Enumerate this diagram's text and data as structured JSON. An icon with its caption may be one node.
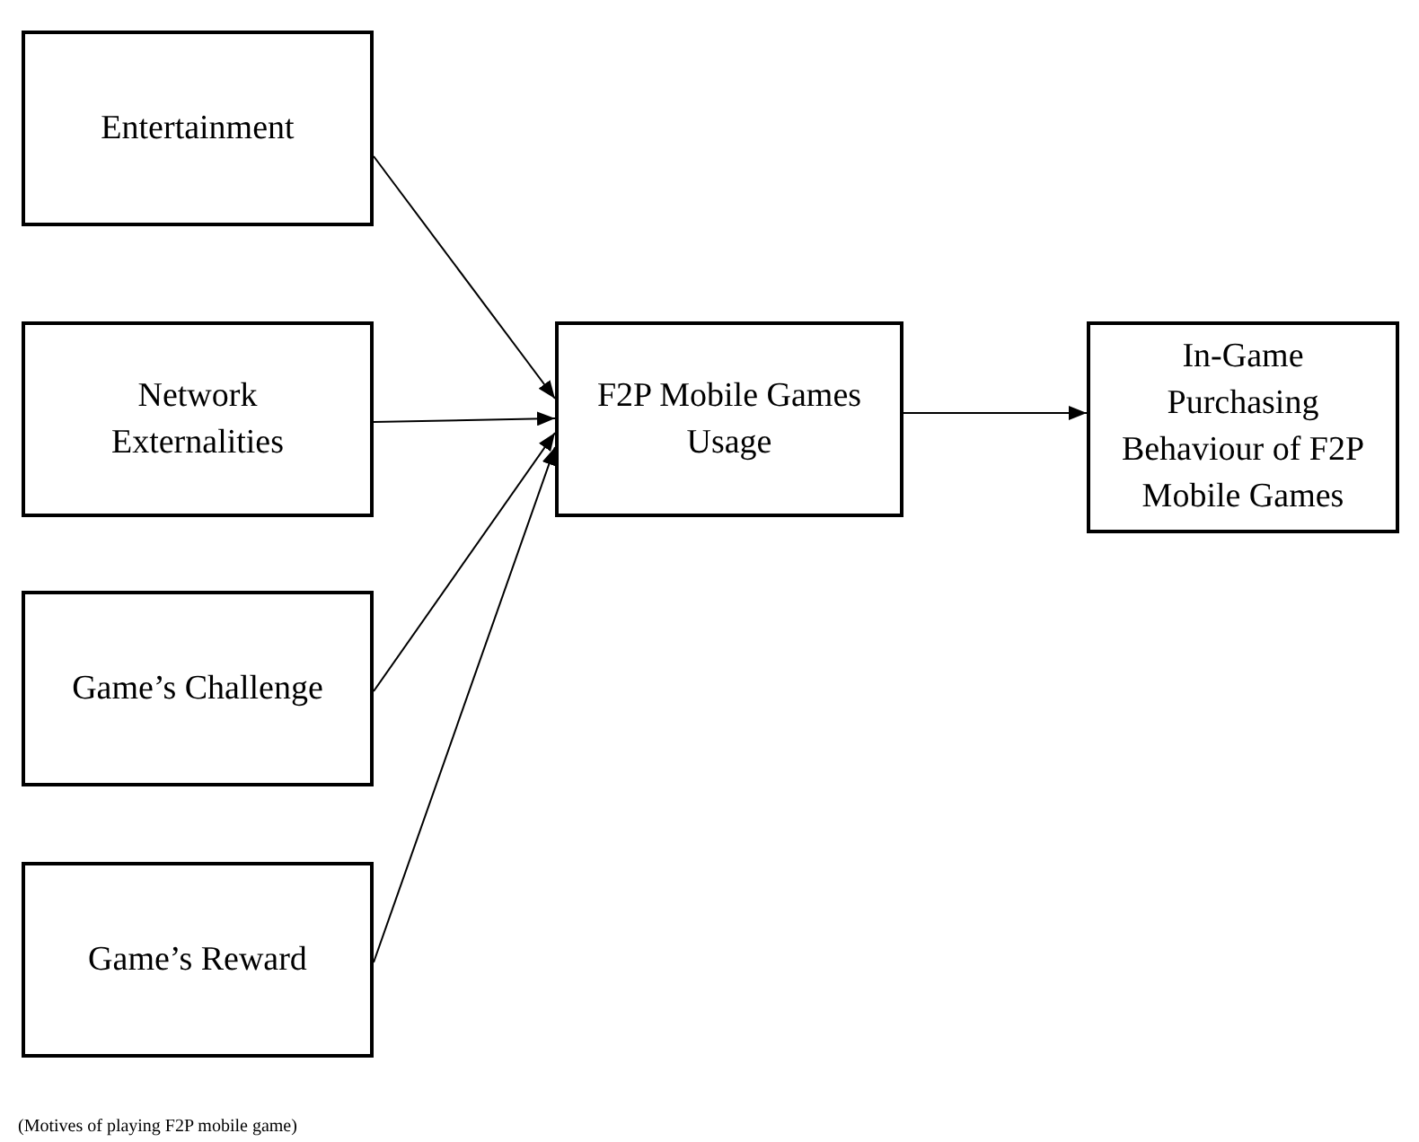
{
  "diagram": {
    "nodes": [
      {
        "text": [
          "Entertainment"
        ]
      },
      {
        "text": [
          "Network Externalities"
        ]
      },
      {
        "text": [
          "Game’s Challenge"
        ]
      },
      {
        "text": [
          "Game’s Reward"
        ]
      },
      {
        "text": [
          "F2P Mobile Games Usage"
        ]
      },
      {
        "text": [
          "In-Game Purchasing Behaviour of F2P Mobile Games"
        ]
      }
    ],
    "edges": [
      {
        "from": 0,
        "to": 4,
        "arrow": "to"
      },
      {
        "from": 1,
        "to": 4,
        "arrow": "to"
      },
      {
        "from": 2,
        "to": 4,
        "arrow": "to"
      },
      {
        "from": 3,
        "to": 4,
        "arrow": "to"
      },
      {
        "from": 4,
        "to": 5,
        "arrow": "to"
      }
    ],
    "labels": [
      "(Motives of playing F2P mobile game)"
    ]
  }
}
